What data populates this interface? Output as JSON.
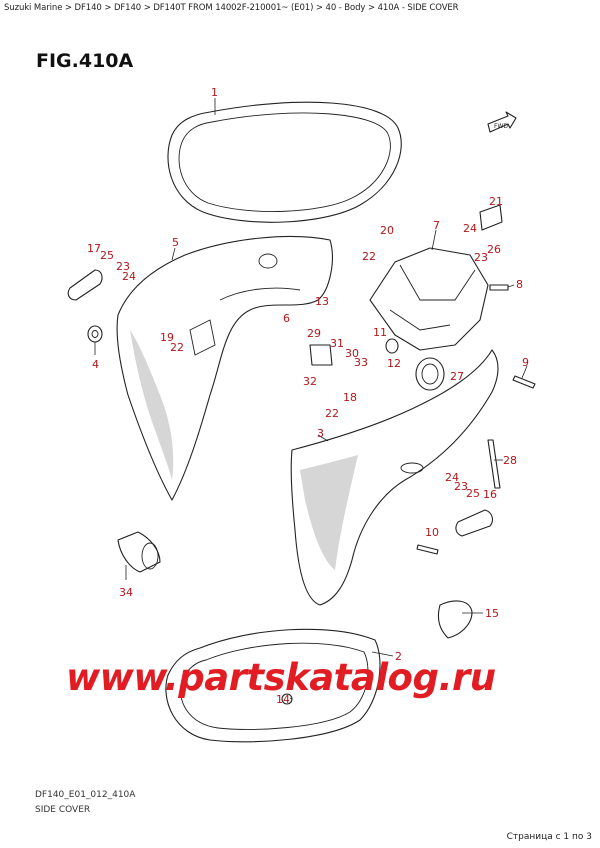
{
  "breadcrumb": "Suzuki Marine > DF140 > DF140 > DF140T FROM 14002F-210001~ (E01) > 40 - Body > 410A - SIDE COVER",
  "figure_title": "FIG.410A",
  "footer": {
    "drawing_code": "DF140_E01_012_410A",
    "caption": "SIDE COVER",
    "page_indicator": "Страница с 1 по 3"
  },
  "watermark": "www.partskatalog.ru",
  "fwd_label": "FWD",
  "callouts": {
    "c1": "1",
    "c2": "2",
    "c3": "3",
    "c4": "4",
    "c5": "5",
    "c6": "6",
    "c7": "7",
    "c8": "8",
    "c9": "9",
    "c10": "10",
    "c11": "11",
    "c12": "12",
    "c13": "13",
    "c14": "14",
    "c15": "15",
    "c16": "16",
    "c17": "17",
    "c18": "18",
    "c19": "19",
    "c20": "20",
    "c21": "21",
    "c22a": "22",
    "c22b": "22",
    "c22c": "22",
    "c23a": "23",
    "c23b": "23",
    "c23c": "23",
    "c24a": "24",
    "c24b": "24",
    "c24c": "24",
    "c25a": "25",
    "c25b": "25",
    "c26": "26",
    "c27": "27",
    "c28": "28",
    "c29": "29",
    "c30": "30",
    "c31": "31",
    "c32": "32",
    "c33": "33",
    "c34": "34"
  },
  "colors": {
    "callout": "#b5161b",
    "watermark": "#e11d23",
    "line": "#222222"
  }
}
